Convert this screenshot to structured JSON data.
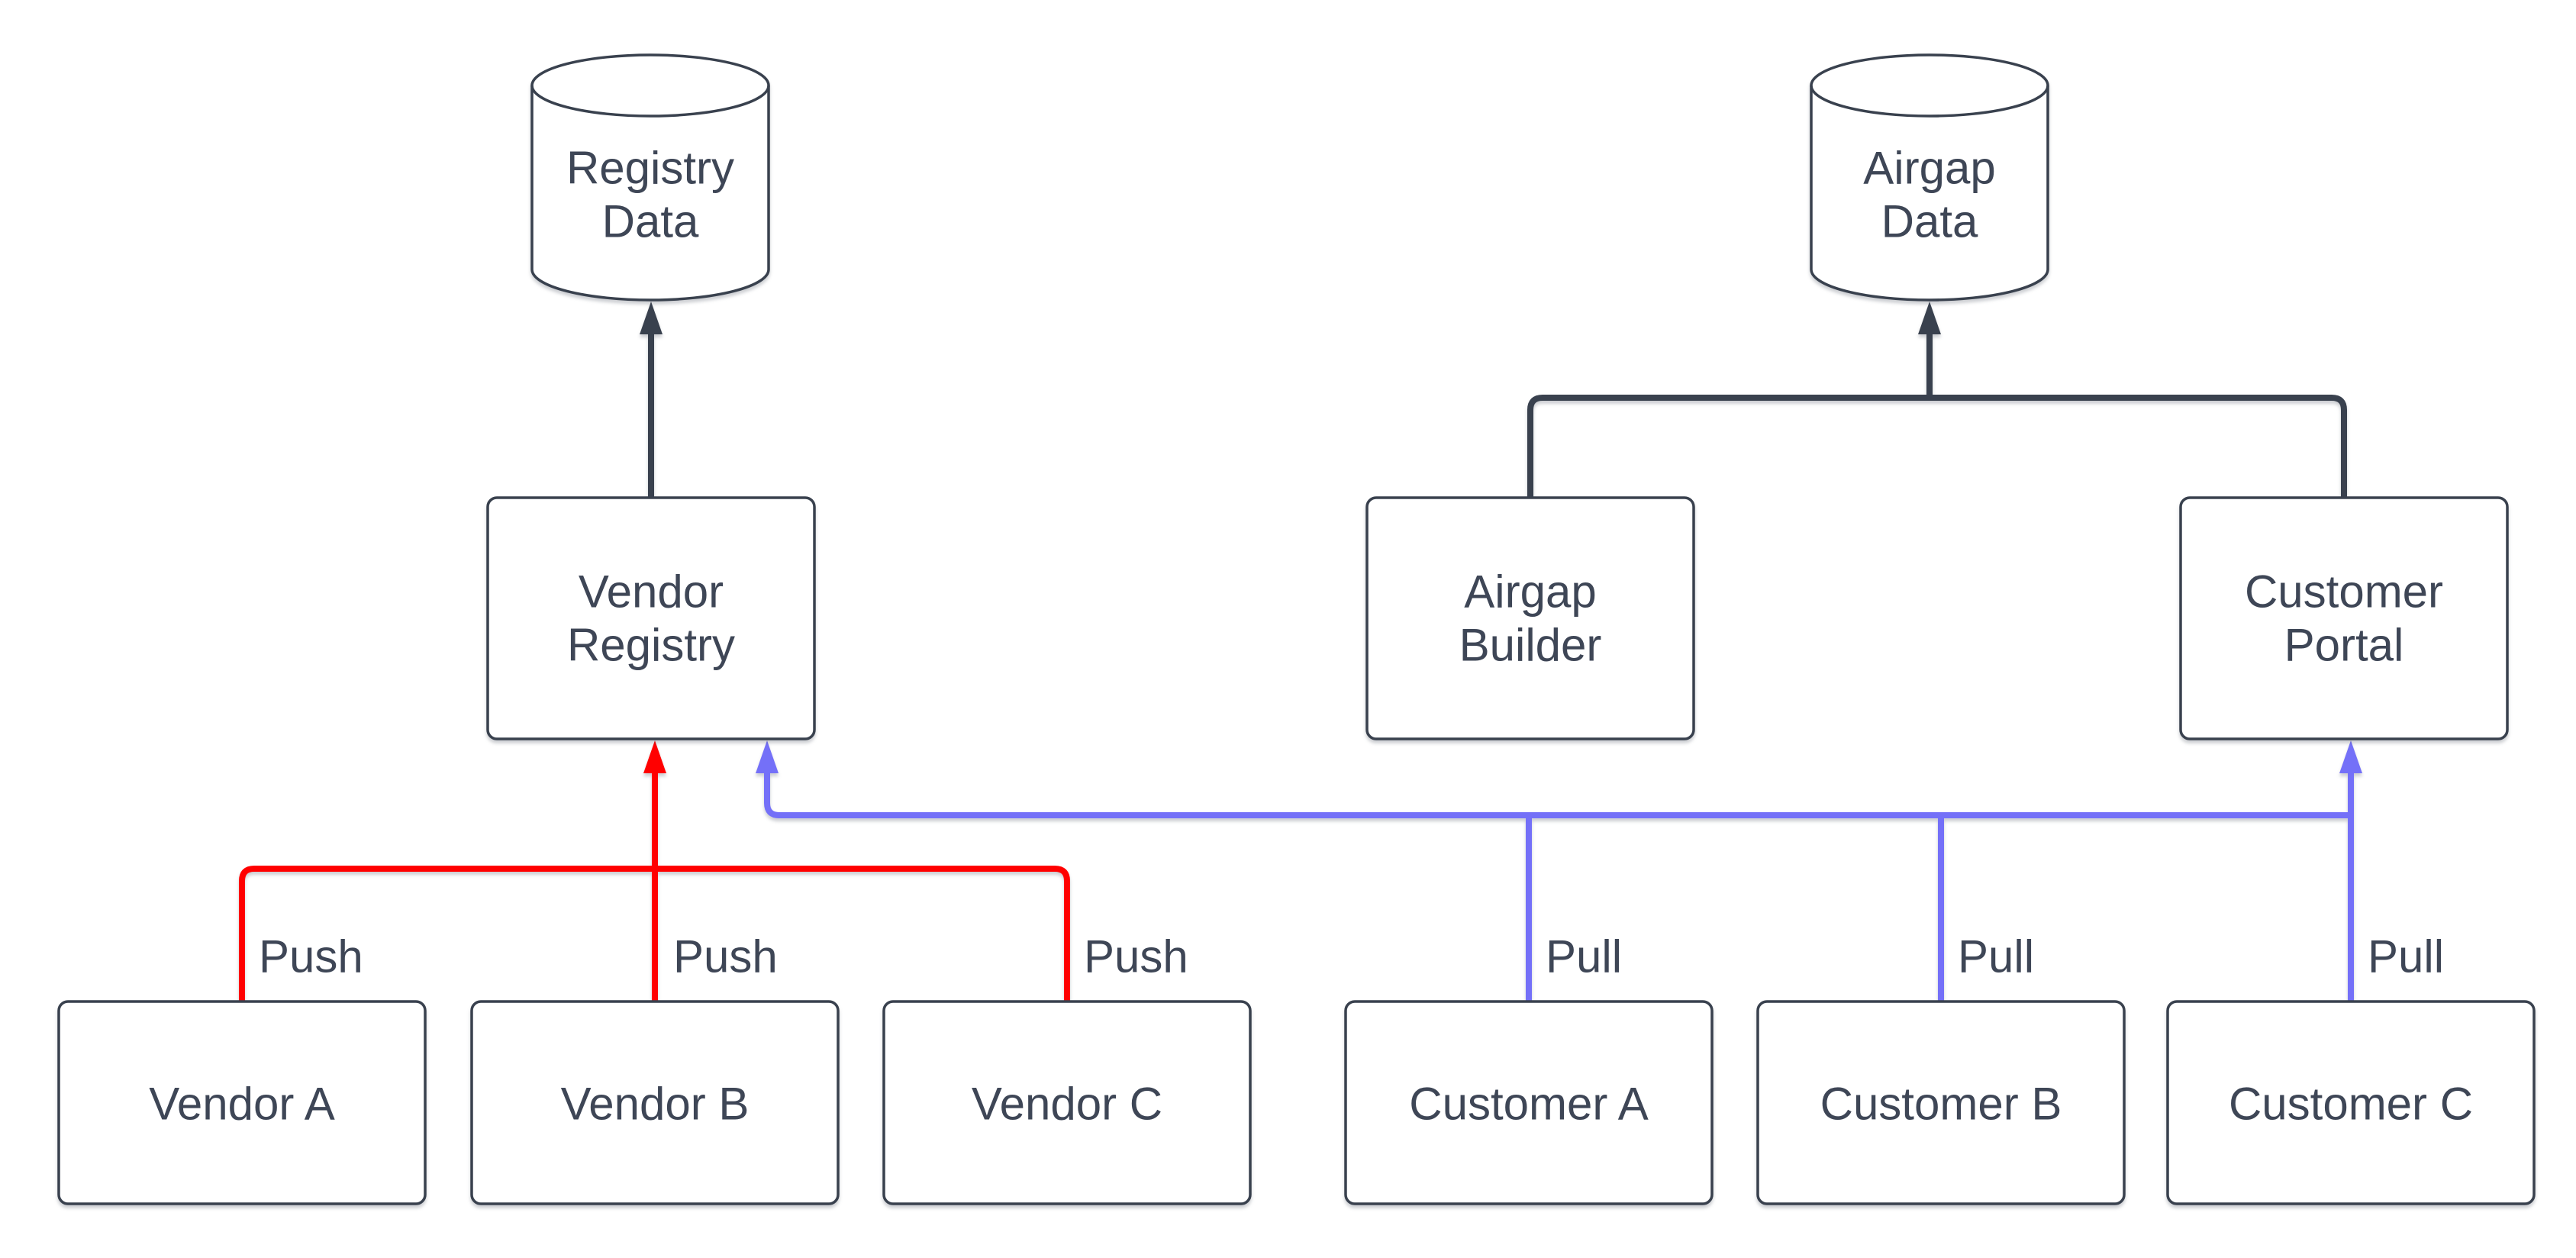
{
  "diagram": {
    "background": "#ffffff",
    "colors": {
      "line": "#39414e",
      "text": "#3e4656",
      "push": "#ff0000",
      "pull": "#7470f8",
      "node_fill": "#ffffff"
    },
    "nodes": {
      "registry_data": {
        "type": "database-cylinder",
        "lines": [
          "Registry",
          "Data"
        ]
      },
      "airgap_data": {
        "type": "database-cylinder",
        "lines": [
          "Airgap",
          "Data"
        ]
      },
      "vendor_registry": {
        "type": "box",
        "lines": [
          "Vendor",
          "Registry"
        ]
      },
      "airgap_builder": {
        "type": "box",
        "lines": [
          "Airgap",
          "Builder"
        ]
      },
      "customer_portal": {
        "type": "box",
        "lines": [
          "Customer",
          "Portal"
        ]
      },
      "vendor_a": {
        "type": "box",
        "label": "Vendor A"
      },
      "vendor_b": {
        "type": "box",
        "label": "Vendor B"
      },
      "vendor_c": {
        "type": "box",
        "label": "Vendor C"
      },
      "customer_a": {
        "type": "box",
        "label": "Customer A"
      },
      "customer_b": {
        "type": "box",
        "label": "Customer B"
      },
      "customer_c": {
        "type": "box",
        "label": "Customer C"
      }
    },
    "edge_labels": {
      "push_a": "Push",
      "push_b": "Push",
      "push_c": "Push",
      "pull_a": "Pull",
      "pull_b": "Pull",
      "pull_c": "Pull"
    }
  }
}
